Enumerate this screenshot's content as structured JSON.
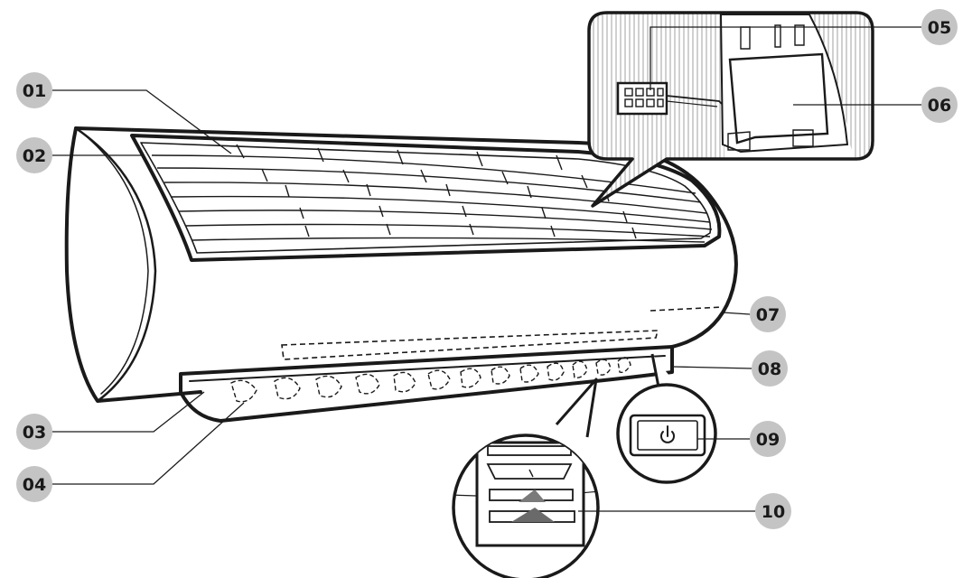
{
  "colors": {
    "ink": "#1a1a1a",
    "badge_fill": "#c4c4c4",
    "badge_text": "#1a1a1a",
    "hatch": "#8a8a8a",
    "background": "#ffffff"
  },
  "icons": {
    "power": "power-icon"
  },
  "callouts": [
    {
      "label": "01",
      "target": "filter-grille"
    },
    {
      "label": "02",
      "target": "front-panel"
    },
    {
      "label": "03",
      "target": "horizontal-louver"
    },
    {
      "label": "04",
      "target": "vertical-vanes"
    },
    {
      "label": "05",
      "target": "wifi-module-connector"
    },
    {
      "label": "06",
      "target": "electrical-box"
    },
    {
      "label": "07",
      "target": "display-panel"
    },
    {
      "label": "08",
      "target": "remote-receiver"
    },
    {
      "label": "09",
      "target": "emergency-power-button"
    },
    {
      "label": "10",
      "target": "louver-blade-detail"
    }
  ]
}
